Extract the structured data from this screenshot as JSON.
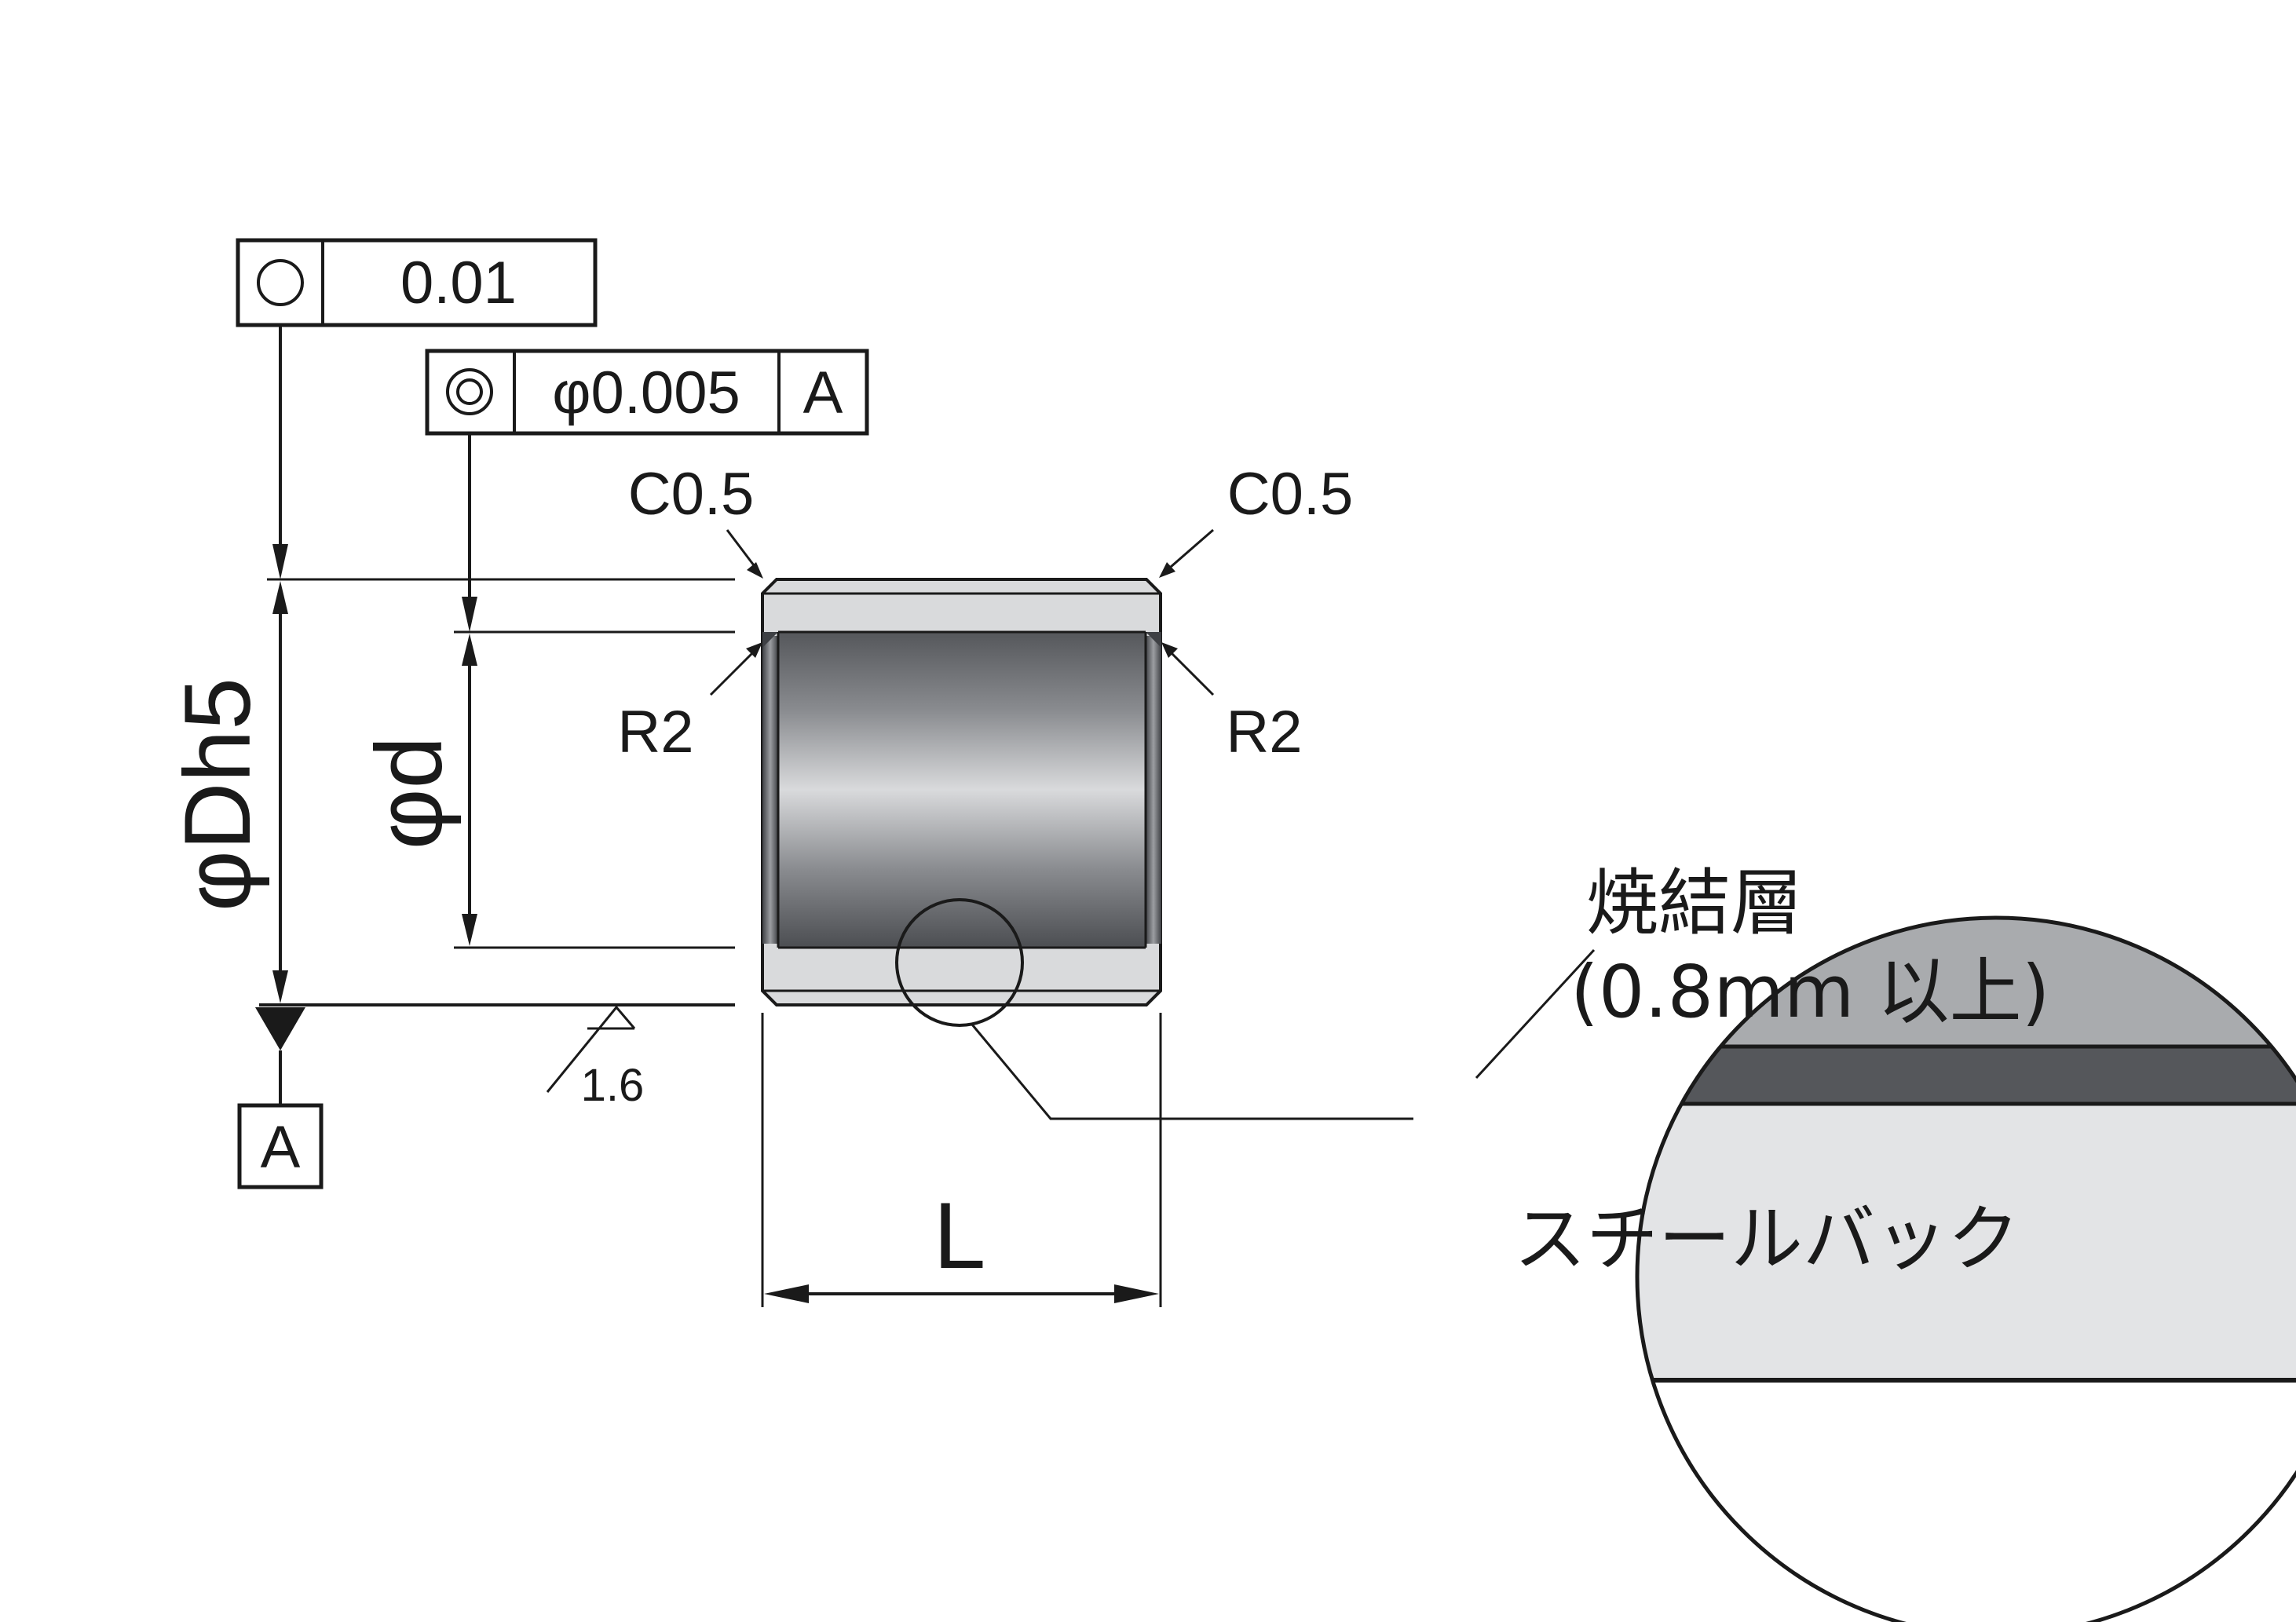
{
  "feature_control_frames": {
    "roundness": {
      "symbol": "roundness-symbol",
      "tolerance": "0.01"
    },
    "concentricity": {
      "symbol": "concentricity-symbol",
      "tolerance": "φ0.005",
      "datum": "A"
    }
  },
  "datum_label": "A",
  "dimensions": {
    "outer_diameter": "φDh5",
    "inner_diameter": "φd",
    "length": "L",
    "chamfer_left": "C0.5",
    "chamfer_right": "C0.5",
    "radius_left": "R2",
    "radius_right": "R2",
    "surface_roughness": "1.6"
  },
  "detail_view": {
    "layer_name": "焼結層",
    "layer_thickness": "(0.8mm 以上)",
    "base_material": "スチールバック"
  },
  "colors": {
    "sintered_layer": "#55575b",
    "detail_top": "#a9abae",
    "steel_back": "#e3e4e6",
    "body_light": "#d8d9db",
    "bore_dark": "#5a5c60"
  }
}
